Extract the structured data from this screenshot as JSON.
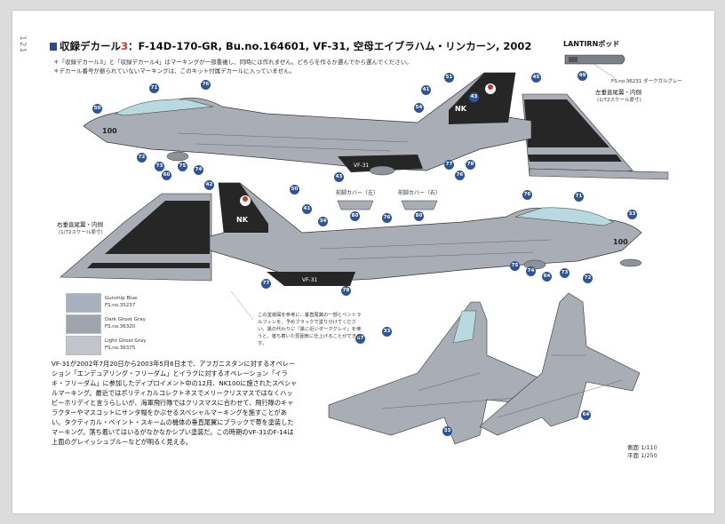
{
  "page": {
    "page_number": "121",
    "title_prefix": "収録デカール",
    "title_number": "3",
    "title_rest": "：F-14D-170-GR, Bu.no.164601, VF-31, 空母エイブラハム・リンカーン, 2002",
    "notes": [
      "＊「収録デカール3」と「収録デカール4」はマーキングが一部重複し、同時には作れません。どちらを作るか選んでから選んでください。",
      "＊デカール番号が振られていないマーキングは、このキット付属デカールに入っていません。"
    ]
  },
  "lantirn": {
    "title": "LANTIRNポッド",
    "color_note": "FS.no.36231 ダークガルグレー",
    "callout": "49"
  },
  "views": {
    "left_fin_title": "左垂直尾翼・内側",
    "left_fin_scale": "(1/72スケール原寸)",
    "right_fin_title": "右垂直尾翼・内側",
    "right_fin_scale": "(1/72スケール原寸)",
    "nose_cover_left": "前脚カバー（左）",
    "nose_cover_right": "前脚カバー（右）"
  },
  "callouts": {
    "top_side": [
      "50",
      "71",
      "76",
      "45",
      "51",
      "43",
      "41",
      "54",
      "72",
      "73",
      "60",
      "75",
      "74",
      "43",
      "77",
      "76",
      "78"
    ],
    "bottom_side": [
      "42",
      "50",
      "41",
      "34",
      "76",
      "71",
      "33",
      "77",
      "78",
      "75",
      "74",
      "64",
      "73",
      "72"
    ],
    "covers": [
      "80",
      "76",
      "80"
    ],
    "underside": [
      "67",
      "33",
      "33"
    ],
    "topside": [
      "64"
    ]
  },
  "swatches": [
    {
      "name": "Gunship Blue",
      "fs": "FS.no.35237",
      "color": "#a7b0bf"
    },
    {
      "name": "Dark Ghost Gray",
      "fs": "FS.no.36320",
      "color": "#9fa4ad"
    },
    {
      "name": "Light Ghost Gray",
      "fs": "FS.no.36375",
      "color": "#c2c6cc"
    }
  ],
  "caption": "この塗装図を参考に、垂直尾翼の一部とベントラルフィンを、予めブラックで塗り分けてください。黒の代わりに「黒に近いダークグレイ」を使うと、落ち着いた雰囲気に仕上げることができます。",
  "description": "VF-31が2002年7月20日から2003年5月6日まで、アフガニスタンに対するオペレーション「エンデュアリング・フリーダム」とイラクに対するオペレーション「イラキ・フリーダム」に参加したディプロイメント中の12月、NK100に施されたスペシャルマーキング。最近ではポリティカルコレクトネスでメリークリスマスではなくハッピーホリデイと言うらしいが、海軍飛行隊ではクリスマスに合わせて、飛行隊のキャラクターやマスコットにサンタ帽をかぶせるスペシャルマーキングを施すことがあい。タクティカル・ペイント・スキームの機体の垂直尾翼にブラックで帯を塗装したマーキング。落ち着いてはいるがなかなかシブい塗装だ。この時期のVF-31のF-14は上面のグレイッシュブルーなどが明るく見える。",
  "scale": {
    "side": "側面 1/110",
    "plan": "平面 1/250"
  },
  "markings": {
    "modex": "100",
    "tail_code": "NK",
    "ventral": "VF-31"
  },
  "colors": {
    "airframe": "#a9adb5",
    "airframe_dark": "#8d929b",
    "tail_black": "#262626",
    "accent_blue": "#2f5597",
    "title_blue": "#2c4a8c",
    "title_red": "#c0392b",
    "canopy": "#b9d8e0"
  }
}
